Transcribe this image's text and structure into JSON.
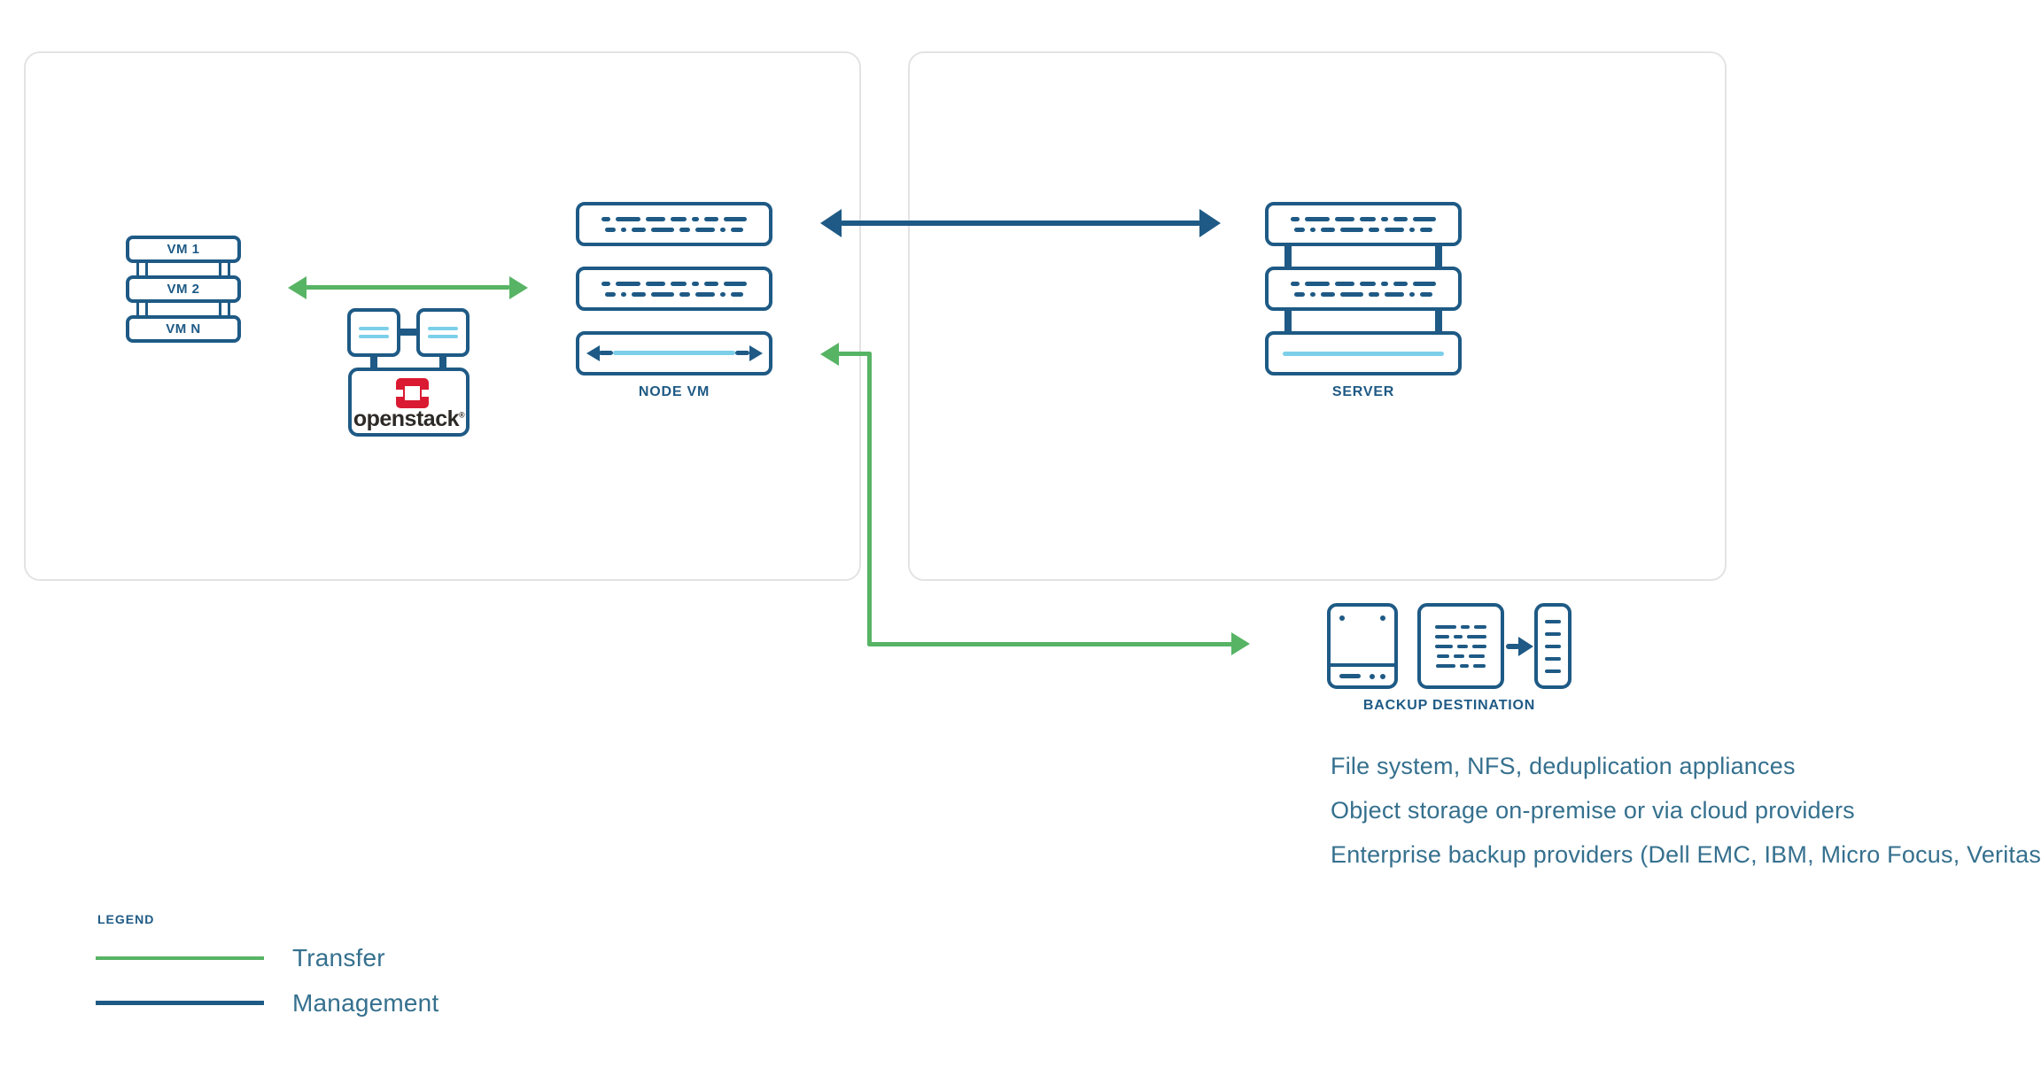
{
  "colors": {
    "navy": "#1e5a85",
    "green": "#57b465",
    "light_blue": "#7ccfe9",
    "openstack_red": "#da1a32",
    "wordmark_dark": "#2d2926",
    "note_text": "#35708e",
    "panel_border": "#e3e3e3"
  },
  "left_panel": {
    "vm_stack": {
      "items": [
        "VM 1",
        "VM 2",
        "VM N"
      ]
    },
    "openstack": {
      "wordmark": "openstack",
      "registered_mark": "®"
    },
    "node_vm_label": "NODE VM"
  },
  "right_panel": {
    "server_label": "SERVER"
  },
  "backup_destination": {
    "label": "BACKUP DESTINATION",
    "notes": [
      "File system, NFS, deduplication appliances",
      "Object storage on-premise or via cloud providers",
      "Enterprise backup providers (Dell EMC, IBM, Micro Focus, Veritas)"
    ]
  },
  "legend": {
    "title": "LEGEND",
    "items": [
      {
        "label": "Transfer",
        "color": "#57b465"
      },
      {
        "label": "Management",
        "color": "#1e5a85"
      }
    ]
  },
  "icons": {
    "vm-stack-icon": "css-shape",
    "openstack-cluster-icon": "css-shape",
    "node-vm-icon": "css-shape",
    "server-rack-icon": "css-shape",
    "disk-storage-icon": "css-shape",
    "backup-data-grid-icon": "css-shape",
    "tape-column-icon": "css-shape",
    "transfer-arrow": "css-shape",
    "management-arrow": "css-shape"
  }
}
